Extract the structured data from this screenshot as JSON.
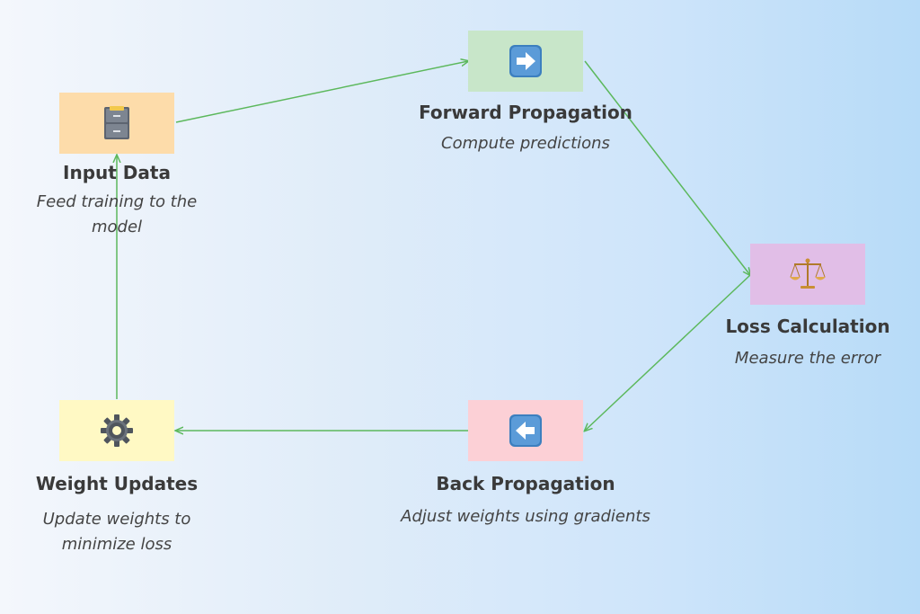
{
  "diagram": {
    "colors": {
      "connector": "#5cb85c",
      "input_box": "#fddcaa",
      "forward_box": "#c8e6c9",
      "loss_box": "#e1bee7",
      "back_box": "#fcd0d6",
      "weight_box": "#fff9c4"
    },
    "nodes": {
      "input": {
        "title": "Input Data",
        "subtitle": "Feed training to the model",
        "icon": "file-cabinet-icon"
      },
      "forward": {
        "title": "Forward Propagation",
        "subtitle": "Compute predictions",
        "icon": "right-arrow-icon"
      },
      "loss": {
        "title": "Loss Calculation",
        "subtitle": "Measure the error",
        "icon": "balance-scale-icon"
      },
      "back": {
        "title": "Back Propagation",
        "subtitle": "Adjust weights using gradients",
        "icon": "left-arrow-icon"
      },
      "weights": {
        "title": "Weight Updates",
        "subtitle": "Update weights to minimize loss",
        "icon": "gear-icon"
      }
    },
    "edges": [
      {
        "from": "input",
        "to": "forward"
      },
      {
        "from": "forward",
        "to": "loss"
      },
      {
        "from": "loss",
        "to": "back"
      },
      {
        "from": "back",
        "to": "weights"
      },
      {
        "from": "weights",
        "to": "input"
      }
    ]
  }
}
